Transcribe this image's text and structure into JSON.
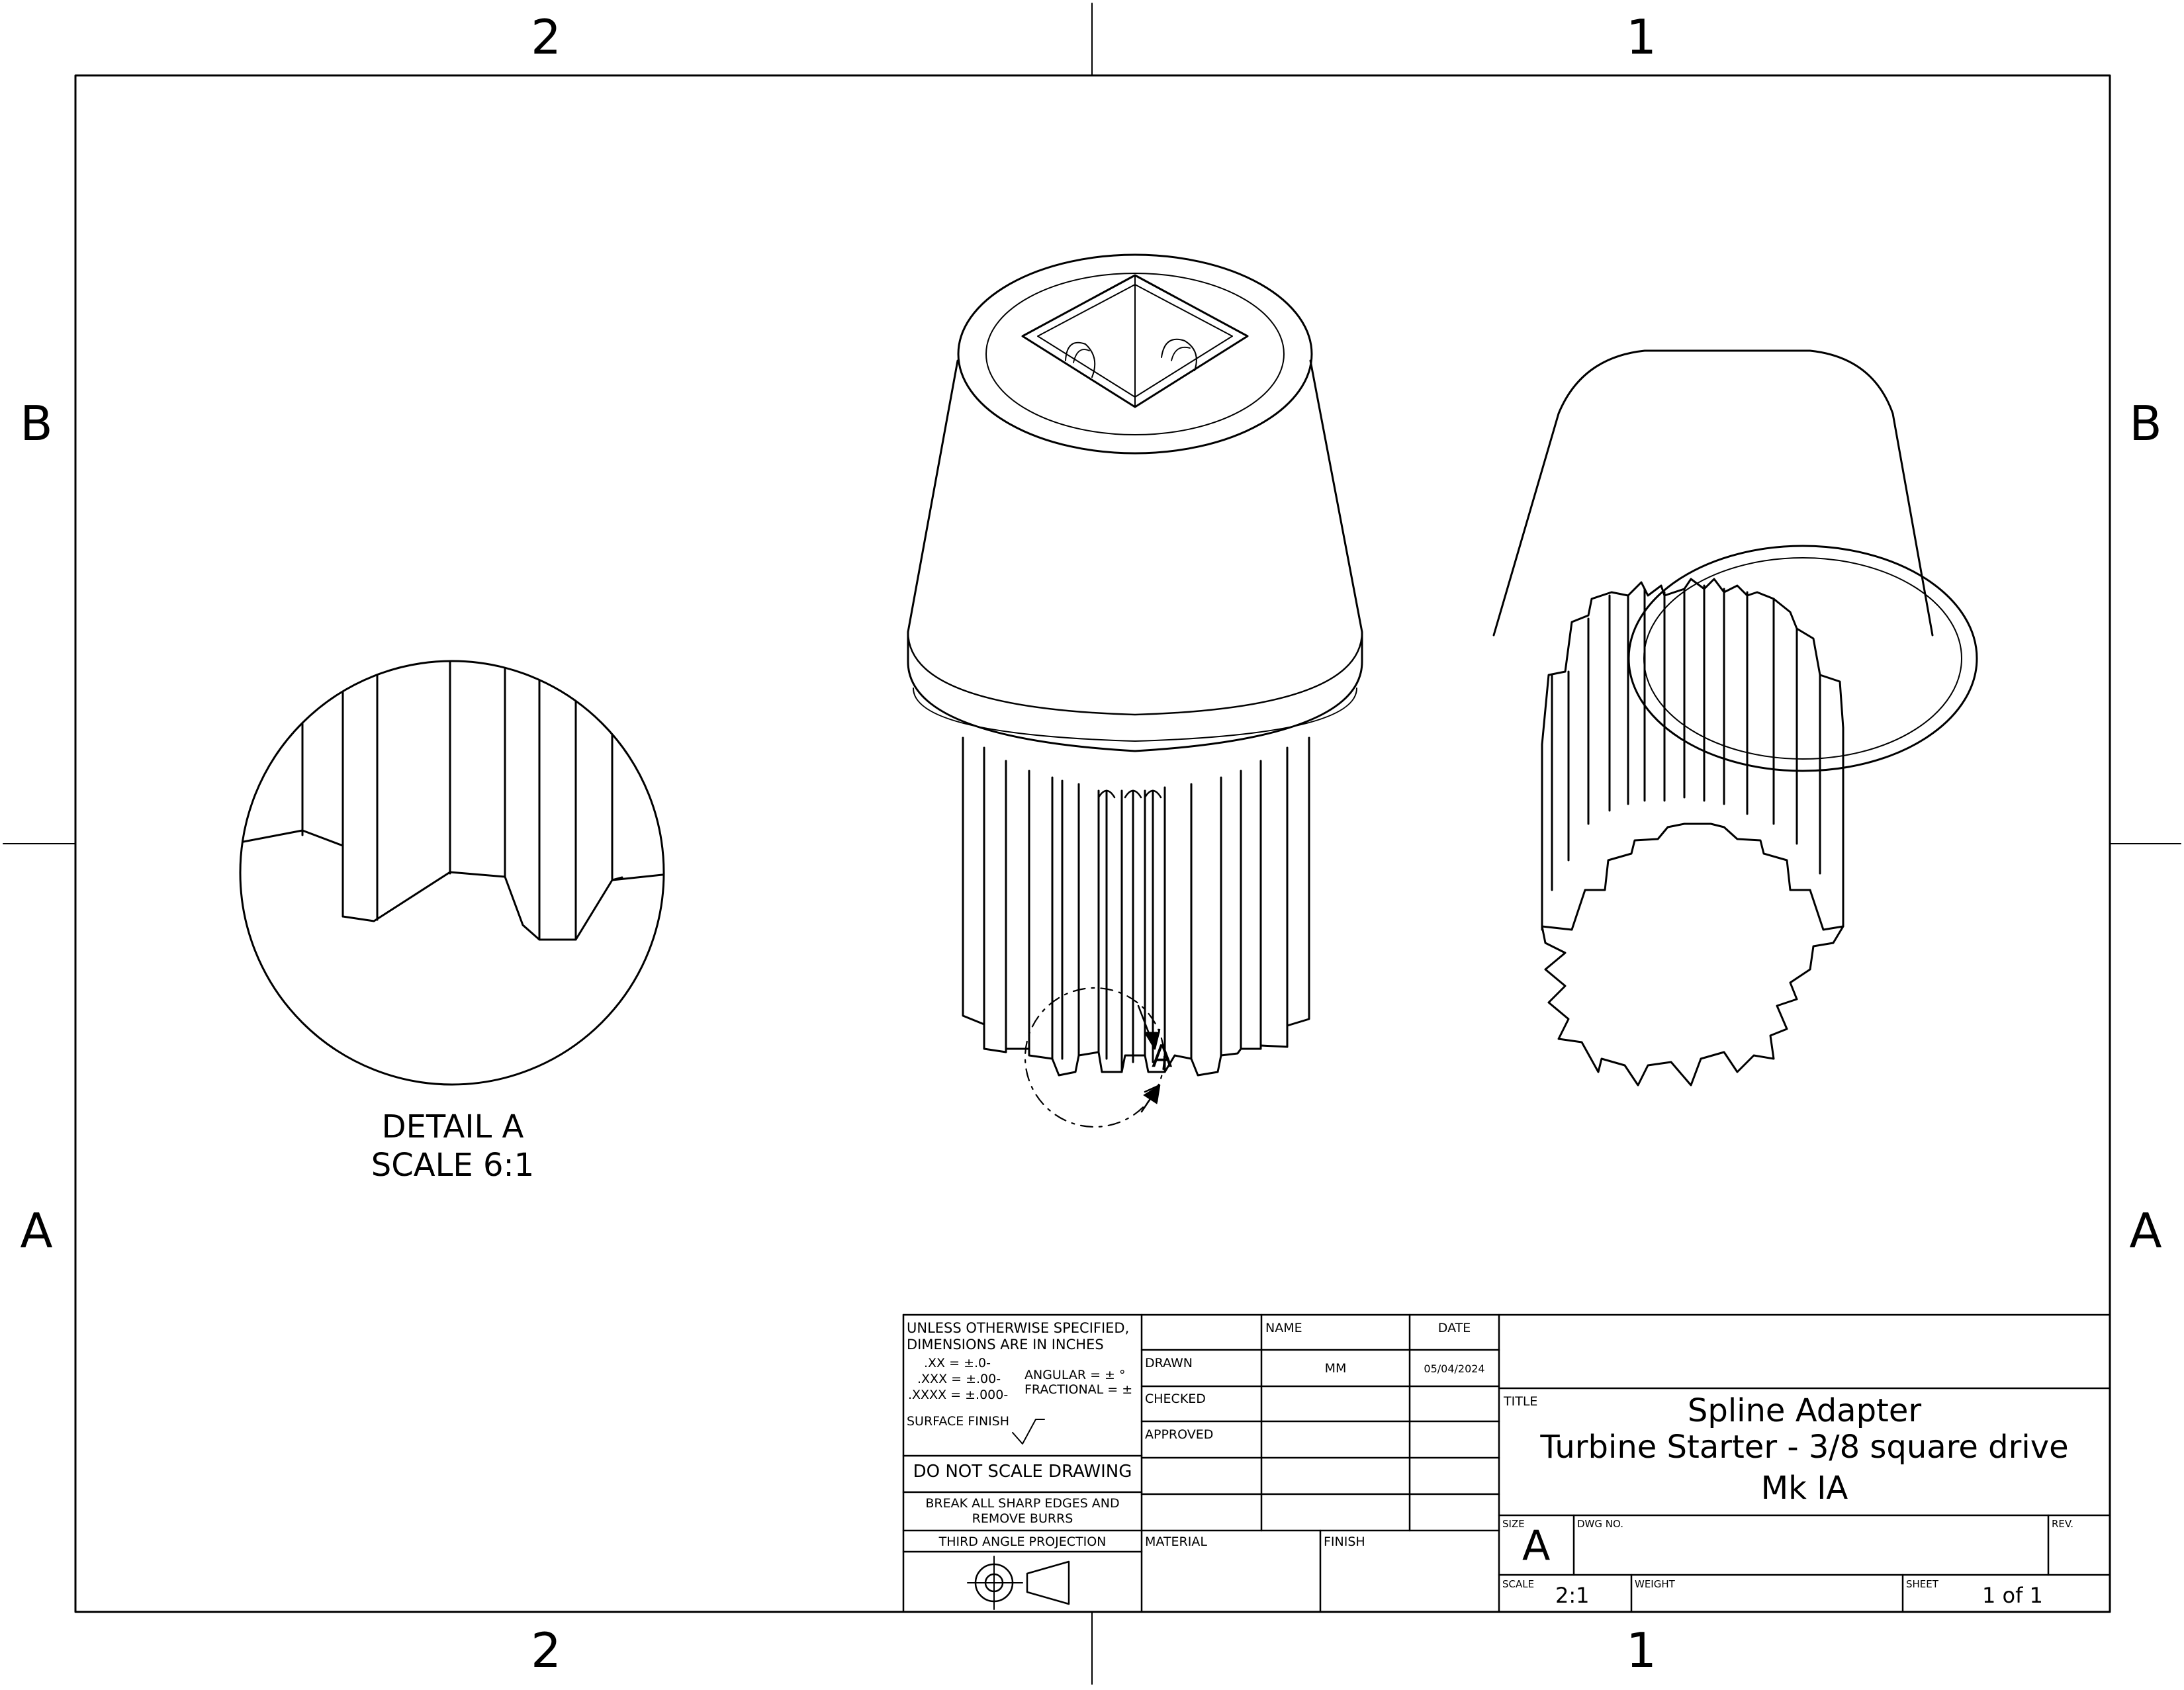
{
  "zones": {
    "columns": [
      "2",
      "1"
    ],
    "rows": [
      "B",
      "A"
    ]
  },
  "detail": {
    "letter": "A",
    "caption_line1": "DETAIL A",
    "caption_line2": "SCALE 6:1"
  },
  "title_block": {
    "notes_line1": "UNLESS OTHERWISE SPECIFIED,",
    "notes_line2": "DIMENSIONS ARE IN INCHES",
    "tol_xx": ".XX = ±.0-",
    "tol_xxx": ".XXX = ±.00-",
    "tol_xxxx": ".XXXX = ±.000-",
    "tol_angular": "ANGULAR = ± °",
    "tol_fractional": "FRACTIONAL = ±",
    "surface_finish": "SURFACE FINISH",
    "do_not_scale": "DO NOT SCALE DRAWING",
    "break_edges_line1": "BREAK ALL SHARP EDGES AND",
    "break_edges_line2": "REMOVE BURRS",
    "projection": "THIRD ANGLE PROJECTION",
    "col_name": "NAME",
    "col_date": "DATE",
    "row_drawn": "DRAWN",
    "row_checked": "CHECKED",
    "row_approved": "APPROVED",
    "drawn_name": "MM",
    "drawn_date": "05/04/2024",
    "material_label": "MATERIAL",
    "finish_label": "FINISH",
    "title_label": "TITLE",
    "title_line1": "Spline Adapter",
    "title_line2": "Turbine Starter - 3/8 square drive",
    "title_line3": "Mk IA",
    "size_label": "SIZE",
    "size_value": "A",
    "dwg_no_label": "DWG NO.",
    "rev_label": "REV.",
    "scale_label": "SCALE",
    "scale_value": "2:1",
    "weight_label": "WEIGHT",
    "sheet_label": "SHEET",
    "sheet_value": "1 of 1"
  },
  "colors": {
    "line": "#000000",
    "paper": "#ffffff"
  }
}
